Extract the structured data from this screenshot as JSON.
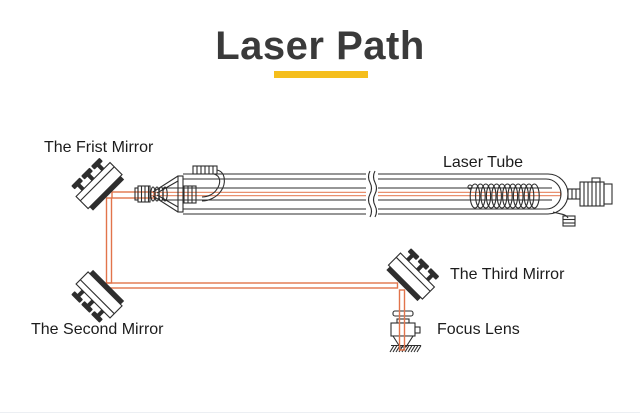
{
  "title": {
    "text": "Laser Path"
  },
  "labels": {
    "first_mirror": "The Frist Mirror",
    "laser_tube": "Laser Tube",
    "second_mirror": "The Second Mirror",
    "third_mirror": "The Third Mirror",
    "focus_lens": "Focus Lens"
  },
  "icons": {
    "mirror": "angled-mirror-assembly-icon",
    "laser_tube": "co2-laser-tube-icon",
    "focus_lens": "focus-lens-nozzle-icon",
    "beam": "laser-beam-path",
    "ground": "ground-hatch-icon"
  },
  "colors": {
    "accent-yellow": "#F5BE1C",
    "beam": "#E2744B",
    "line": "#2E2E2E",
    "title": "#3A3A3A",
    "label": "#1C1C1C",
    "divider": "#ECEFF3"
  }
}
